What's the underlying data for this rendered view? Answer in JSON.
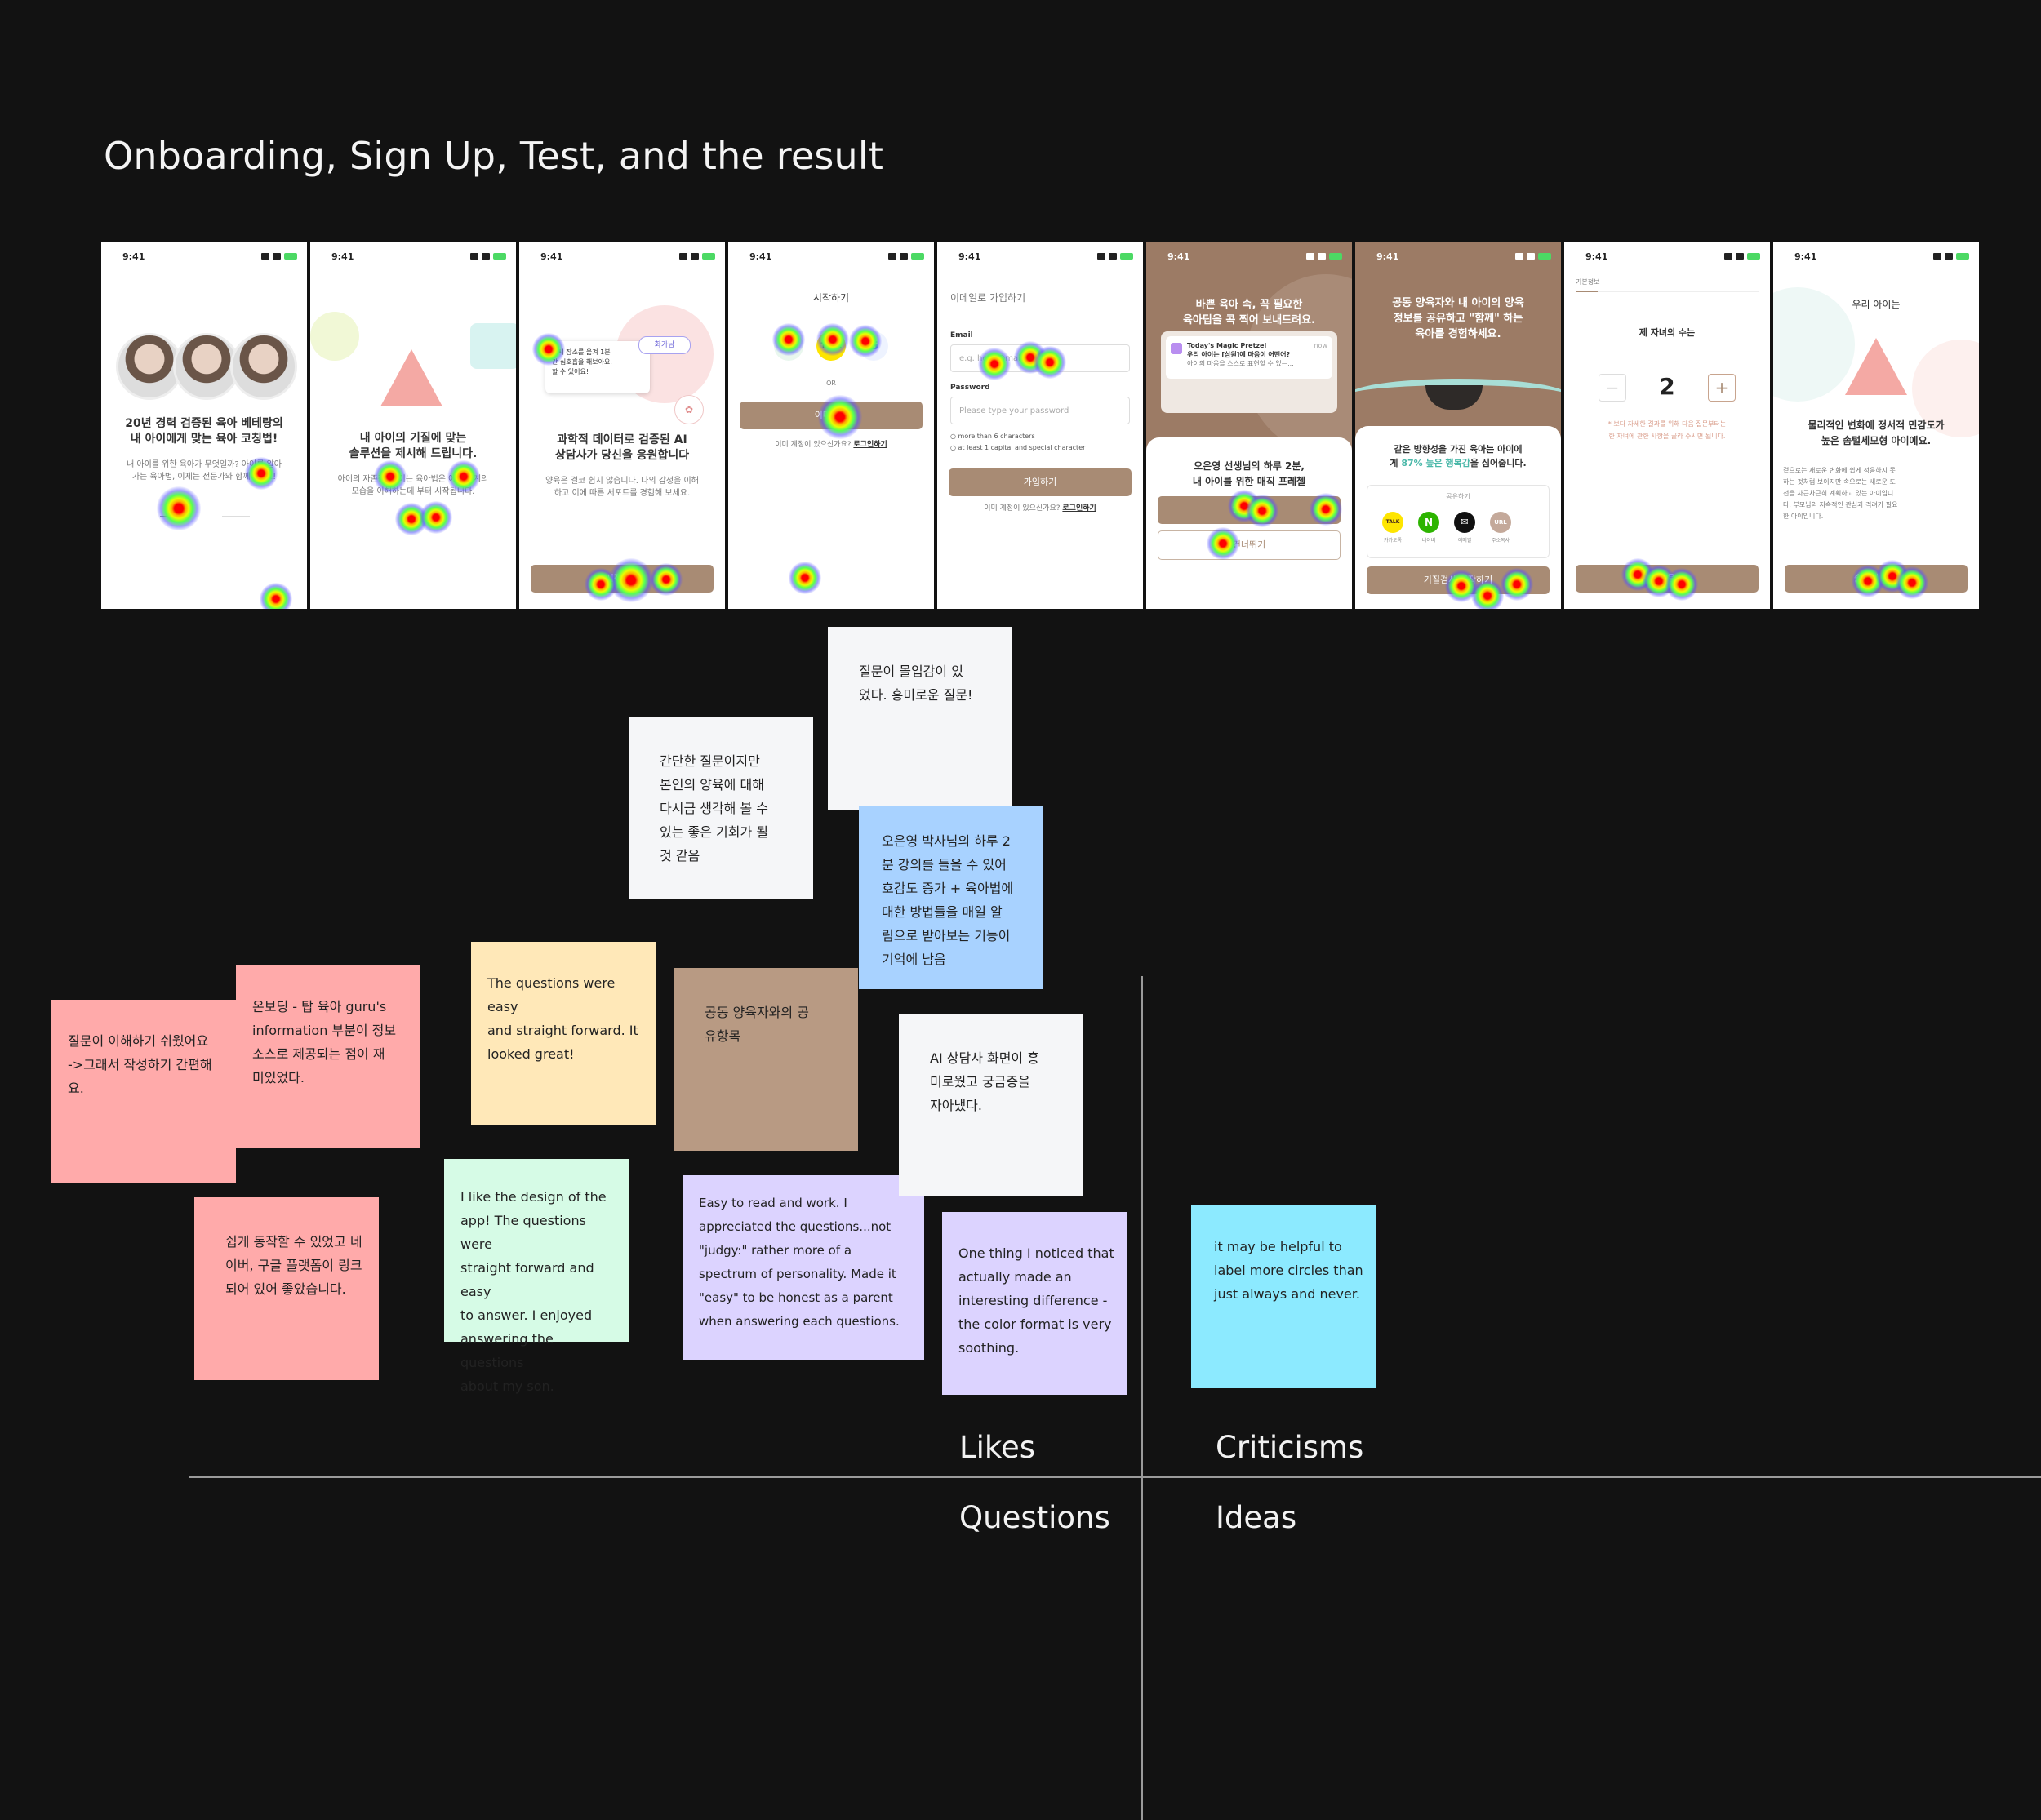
{
  "page_title": "Onboarding, Sign Up, Test, and the result",
  "status_time": "9:41",
  "screens": {
    "s1": {
      "headline": "20년 경력 검증된 육아 베테랑의\n내 아이에게 맞는 육아 코칭법!",
      "sub": "내 아이를 위한 육아가 무엇일까? 아이를 알아\n가는 육아법, 이제는 전문가와 함께하세요!"
    },
    "s2": {
      "headline": "내 아이의 기질에 맞는\n솔루션을 제시해 드립니다.",
      "sub": "아이의 자존감, 높이는 육아법은 아이 관계의\n모습을 이해하는데 부터 시작됩니다."
    },
    "s3": {
      "bubble": "잠시 장소를 옮겨 1분\n간 심호흡을 해보아요.\n할 수 있어요!",
      "tag": "화가남",
      "headline": "과학적 데이터로 검증된 AI\n상담사가 당신을 응원합니다",
      "sub": "양육은 결코 쉽지 않습니다. 나의 감정을 이해\n하고 이에 따른 서포트를 경험해 보세요.",
      "button": "시작하기"
    },
    "s4": {
      "title": "시작하기",
      "or": "OR",
      "email_button": "이메일로",
      "login_prompt": "이미 계정이 있으신가요?",
      "login_link": "로그인하기"
    },
    "s5": {
      "title": "이메일로 가입하기",
      "email_label": "Email",
      "email_placeholder": "e.g. hello@mail.com",
      "password_label": "Password",
      "password_placeholder": "Please type your password",
      "rule1": "more than 6 characters",
      "rule2": "at least 1 capital and special character",
      "signup_button": "가입하기",
      "login_prompt": "이미 계정이 있으신가요?",
      "login_link": "로그인하기"
    },
    "s6": {
      "headline": "바쁜 육아 속, 꼭 필요한\n육아팁을 콕 찍어 보내드려요.",
      "notif_app": "Today's Magic Pretzel",
      "notif_time": "now",
      "notif_title": "우리 아이는 [삼원]에 마음이 어떤어?",
      "notif_body": "아이의 마음을 스스로 표현할 수 있는...",
      "card_text": "오은영 선생님의 하루 2분,\n내 아이를 위한 매직 프레첼",
      "button": "알림받기",
      "outline_button": "건너뛰기"
    },
    "s7": {
      "headline": "공동 양육자와 내 아이의 양육\n정보를 공유하고 \"함께\" 하는\n육아를 경험하세요.",
      "card_text_a": "같은 방향성을 가진 육아는 아이에\n게 ",
      "card_highlight": "87% 높은 행복감",
      "card_text_b": "을 심어줍니다.",
      "share_label": "공유하기",
      "share": [
        "카카오톡",
        "네이버",
        "이메일",
        "주소복사"
      ],
      "button": "기질검사 시작하기"
    },
    "s8": {
      "top_label": "기본정보",
      "question": "제 자녀의 수는",
      "count": "2",
      "note": "* 보다 자세한 결과를 위해 다음 질문부터는\n한 자녀에 관한 사항을 골라 주시면 됩니다.",
      "button": "다음"
    },
    "s9": {
      "title": "우리 아이는",
      "headline": "물리적인 변화에 정서적 민감도가\n높은 솜털세모형 아이에요.",
      "body": "겉으로는 새로운 변화에 쉽게 적응하지 못\n하는 것처럼 보이지만 속으로는 새로운 도\n전을 차근차근히 계획하고 있는 아이입니\n다. 부모님의 지속적인 관심과 격려가 필요\n한 아이입니다.",
      "button": "솔루션 보기"
    }
  },
  "stickies": [
    {
      "id": "note-1",
      "text": "질문이 이해하기 쉬웠어요\n->그래서 작성하기 간편해\n요."
    },
    {
      "id": "note-2",
      "text": "온보딩 - 탑 육아 guru's\ninformation 부분이 정보\n소스로 제공되는 점이 재\n미있었다."
    },
    {
      "id": "note-3",
      "text": "쉽게 동작할 수 있었고 네\n이버, 구글 플랫폼이 링크\n되어 있어 좋았습니다."
    },
    {
      "id": "note-4",
      "text": "The questions were easy\nand straight forward. It\nlooked great!"
    },
    {
      "id": "note-5",
      "text": "I like the design of the\napp! The questions were\nstraight forward and easy\nto answer. I enjoyed\nanswering the questions\nabout my son."
    },
    {
      "id": "note-6",
      "text": "간단한 질문이지만\n본인의 양육에 대해\n다시금 생각해 볼 수\n있는 좋은 기회가 될\n것 같음"
    },
    {
      "id": "note-7",
      "text": "질문이 몰입감이 있\n었다. 흥미로운 질문!"
    },
    {
      "id": "note-8",
      "text": "오은영 박사님의 하루 2\n분 강의를 들을 수 있어\n호감도 증가 + 육아법에\n대한 방법들을 매일 알\n림으로 받아보는 기능이\n기억에 남음"
    },
    {
      "id": "note-9",
      "text": "공동 양육자와의 공\n유항목"
    },
    {
      "id": "note-10",
      "text": "Easy to read and work. I\nappreciated the questions...not\n\"judgy:\" rather more of a\nspectrum of personality. Made it\n\"easy\" to be honest as a parent\nwhen answering each questions."
    },
    {
      "id": "note-11",
      "text": "AI 상담사 화면이 흥\n미로웠고 궁금증을\n자아냈다."
    },
    {
      "id": "note-12",
      "text": "One thing I noticed that\nactually made an\ninteresting difference -\nthe color format is very\nsoothing."
    },
    {
      "id": "note-13",
      "text": "it may be helpful to\nlabel more circles than\njust always and never."
    }
  ],
  "quadrants": {
    "likes": "Likes",
    "criticisms": "Criticisms",
    "questions": "Questions",
    "ideas": "Ideas"
  },
  "colors": {
    "background": "#121212",
    "brand_brown": "#a88b74",
    "pink": "#ffaaaa",
    "yellow": "#ffe8b8",
    "mint": "#d6fbe6",
    "lavender": "#dcd3ff",
    "grey": "#f5f6f8",
    "blue": "#a8d2ff",
    "tan": "#b89a83",
    "cyan": "#8ceaff"
  }
}
